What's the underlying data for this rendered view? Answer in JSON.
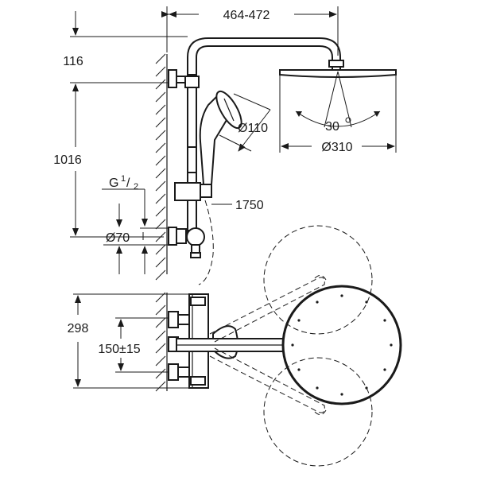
{
  "dimensions": {
    "arm_projection": "464-472",
    "head_offset": "116",
    "total_height": "1016",
    "thread_main": "G",
    "thread_num": "1",
    "thread_den": "2",
    "escutcheon": "Ø70",
    "hand_shower_dia": "Ø110",
    "head_angle": "30",
    "head_dia": "Ø310",
    "hose_length": "1750",
    "top_view_depth": "298",
    "connection_spacing": "150±15"
  },
  "colors": {
    "line": "#1a1a1a",
    "background": "#ffffff"
  }
}
